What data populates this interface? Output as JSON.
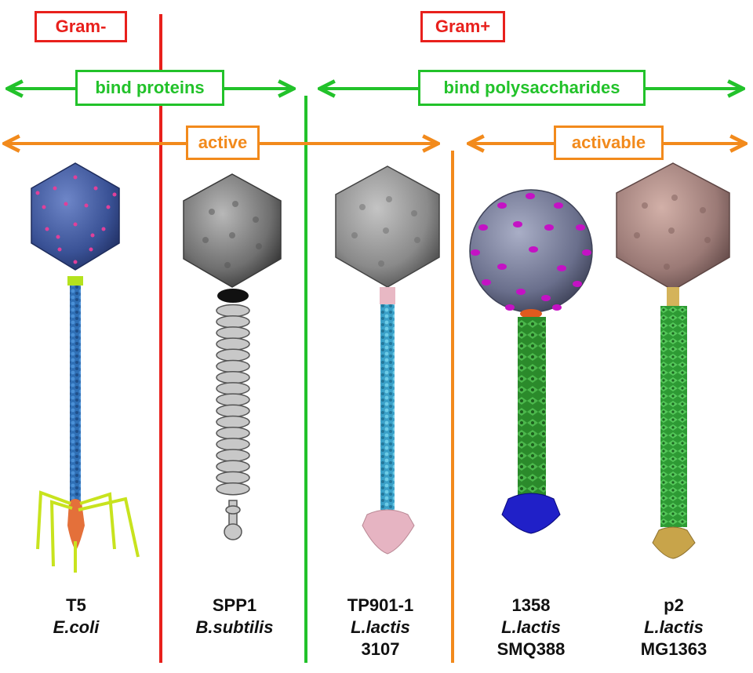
{
  "groups": {
    "gram_neg": "Gram-",
    "gram_pos": "Gram+"
  },
  "binding": {
    "proteins": "bind proteins",
    "polysaccharides": "bind polysaccharides"
  },
  "activity": {
    "active": "active",
    "activable": "activable"
  },
  "phages": [
    {
      "name": "T5",
      "host": "E.coli",
      "strain": ""
    },
    {
      "name": "SPP1",
      "host": "B.subtilis",
      "strain": ""
    },
    {
      "name": "TP901-1",
      "host": "L.lactis",
      "strain": "3107"
    },
    {
      "name": "1358",
      "host": "L.lactis",
      "strain": "SMQ388"
    },
    {
      "name": "p2",
      "host": "L.lactis",
      "strain": "MG1363"
    }
  ],
  "colors": {
    "gram_divider": "#e8201c",
    "binding_divider": "#22c22a",
    "activity_divider": "#f28a1c"
  }
}
